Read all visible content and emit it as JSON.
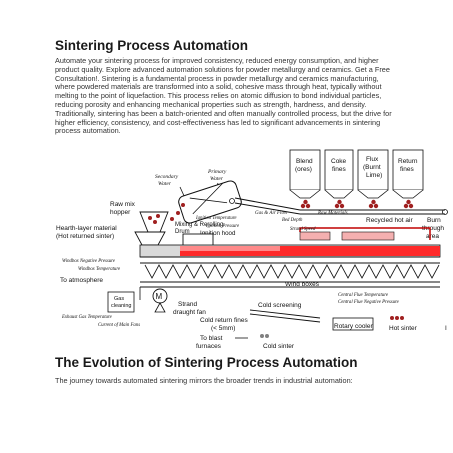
{
  "heading_main": "Sintering Process Automation",
  "intro_text": "Automate your sintering process for improved consistency, reduced energy consumption, and higher product quality. Explore advanced automation solutions for powder metallurgy and ceramics. Get a Free Consultation!. Sintering is a fundamental process in powder metallurgy and ceramics manufacturing, where powdered materials are transformed into a solid, cohesive mass through heat, typically without melting to the point of liquefaction. This process relies on atomic diffusion to bond individual particles, reducing porosity and enhancing mechanical properties such as strength, hardness, and density. Traditionally, sintering has been a batch-oriented and often manually controlled process, but the drive for higher efficiency, consistency, and cost-effectiveness has led to significant advancements in sintering process automation.",
  "diagram": {
    "secondary_water": [
      "Secondary",
      "Water"
    ],
    "primary_water": [
      "Primary",
      "Water"
    ],
    "blend": [
      "Blend",
      "(ores)"
    ],
    "coke": [
      "Coke",
      "fines"
    ],
    "flux": [
      "Flux",
      "(Burnt",
      "Lime)"
    ],
    "return_fines": [
      "Return",
      "fines"
    ],
    "raw_mix_hopper": [
      "Raw mix",
      "hopper"
    ],
    "mixing_drum": [
      "Mixing & Rerolling",
      "Drum"
    ],
    "gas_air_flow": "Gas & Air Flow",
    "raw_materials": "Raw Materials",
    "recycled_hot_air": "Recycled hot air",
    "burn_through": [
      "Burn",
      "through",
      "area"
    ],
    "hearth_layer": [
      "Hearth-layer material",
      "(Hot returned sinter)"
    ],
    "ignition_temperature": "Ignition Temperature",
    "ignition_pressure": "Ignition Pressure",
    "bed_depth": "Bed Depth",
    "strand_speed": "Strand Speed",
    "ignition_hood": "Ignition hood",
    "windbox_neg_pressure": "Windbox Negative Pressure",
    "windbox_temperature": "Windbox Temperature",
    "to_atmosphere": "To atmosphere",
    "wind_boxes": "Wind boxes",
    "central_flue_temp": "Central Flue Temperature",
    "central_flue_pressure": "Central Flue Negative Pressure",
    "gas_cleaning": [
      "Gas",
      "cleaning"
    ],
    "motor": "M",
    "strand_fan": [
      "Strand",
      "draught fan"
    ],
    "exhaust_gas_temp": "Exhaust Gas Temperature",
    "main_fans_current": "Current of Main Fans",
    "cold_screening": "Cold screening",
    "cold_return_fines": [
      "Cold return fines",
      "(< 5mm)"
    ],
    "rotary_cooler": "Rotary cooler",
    "hot_sinter": "Hot sinter",
    "to_blast": [
      "To blast",
      "furnaces"
    ],
    "cold_sinter": "Cold sinter"
  },
  "heading_evolution": "The Evolution of Sintering Process Automation",
  "para2_text": "The journey towards automated sintering mirrors the broader trends in industrial automation:"
}
